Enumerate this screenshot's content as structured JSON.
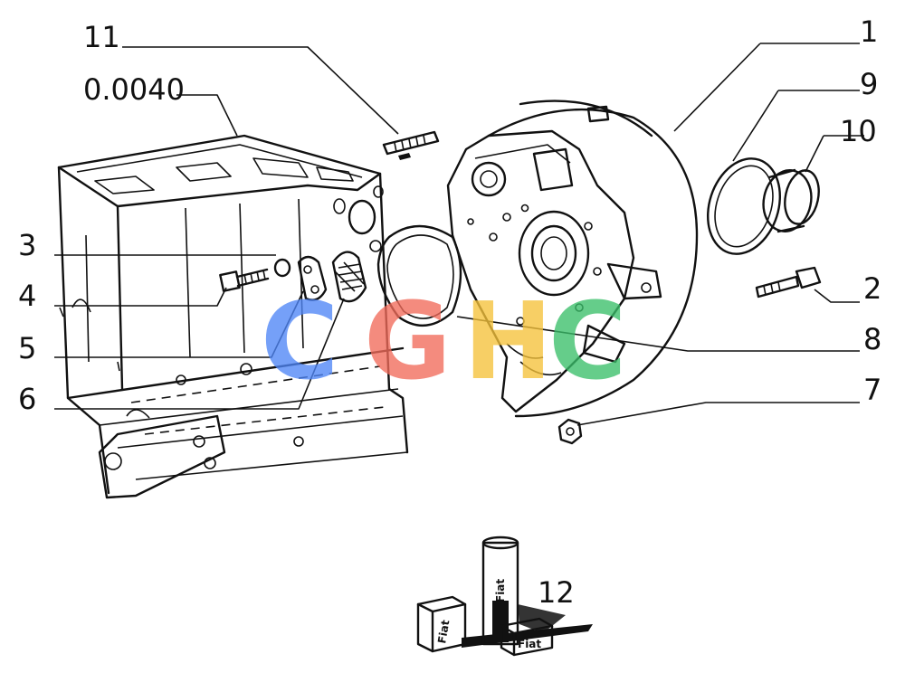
{
  "callouts": {
    "c1": "1",
    "c2": "2",
    "c3": "3",
    "c4": "4",
    "c5": "5",
    "c6": "6",
    "c7": "7",
    "c8": "8",
    "c9": "9",
    "c10": "10",
    "c11": "11",
    "c12": "12",
    "code": "0.0040"
  },
  "sealant_labels": {
    "tube": "Fiat",
    "box_left": "Fiat",
    "box_right": "Fiat"
  },
  "watermark": {
    "letters": [
      "C",
      "G",
      "H",
      "C"
    ],
    "colors": [
      "#4f86f7",
      "#f26b5b",
      "#f5c23a",
      "#3bbf6a"
    ]
  },
  "colors": {
    "ink": "#111111",
    "paper": "#ffffff"
  }
}
